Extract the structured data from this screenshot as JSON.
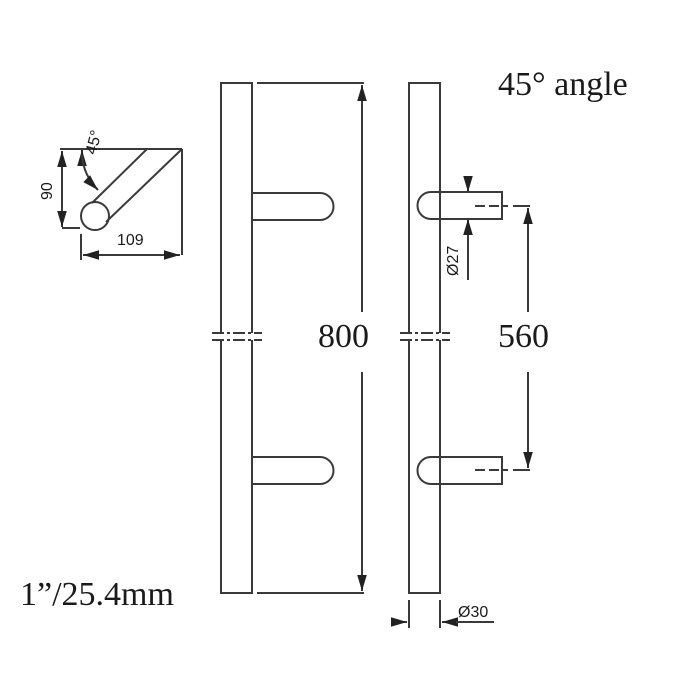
{
  "title_text": "45° angle",
  "size_text": "1”/25.4mm",
  "detail": {
    "angle_label": "45°",
    "height_label": "90",
    "width_label": "109"
  },
  "front_view": {
    "length_label": "800"
  },
  "side_view": {
    "spacing_label": "560",
    "standoff_diameter_label": "Ø27",
    "bar_diameter_label": "Ø30"
  },
  "colors": {
    "line": "#3a3a3a",
    "text": "#1a1a1a",
    "background": "#ffffff"
  }
}
